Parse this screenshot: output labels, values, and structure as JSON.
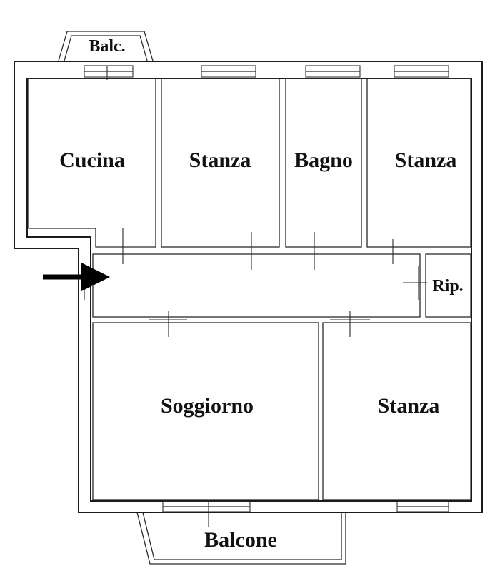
{
  "plan": {
    "colors": {
      "wall": "#1a1a1a",
      "background": "#ffffff",
      "arrow": "#000000"
    },
    "entrance": {
      "icon": "entrance-arrow-icon"
    },
    "rooms": {
      "balc_top": "Balc.",
      "cucina": "Cucina",
      "stanza_1": "Stanza",
      "bagno": "Bagno",
      "stanza_2": "Stanza",
      "ripostiglio": "Rip.",
      "soggiorno": "Soggiorno",
      "stanza_3": "Stanza",
      "balcone": "Balcone"
    }
  }
}
